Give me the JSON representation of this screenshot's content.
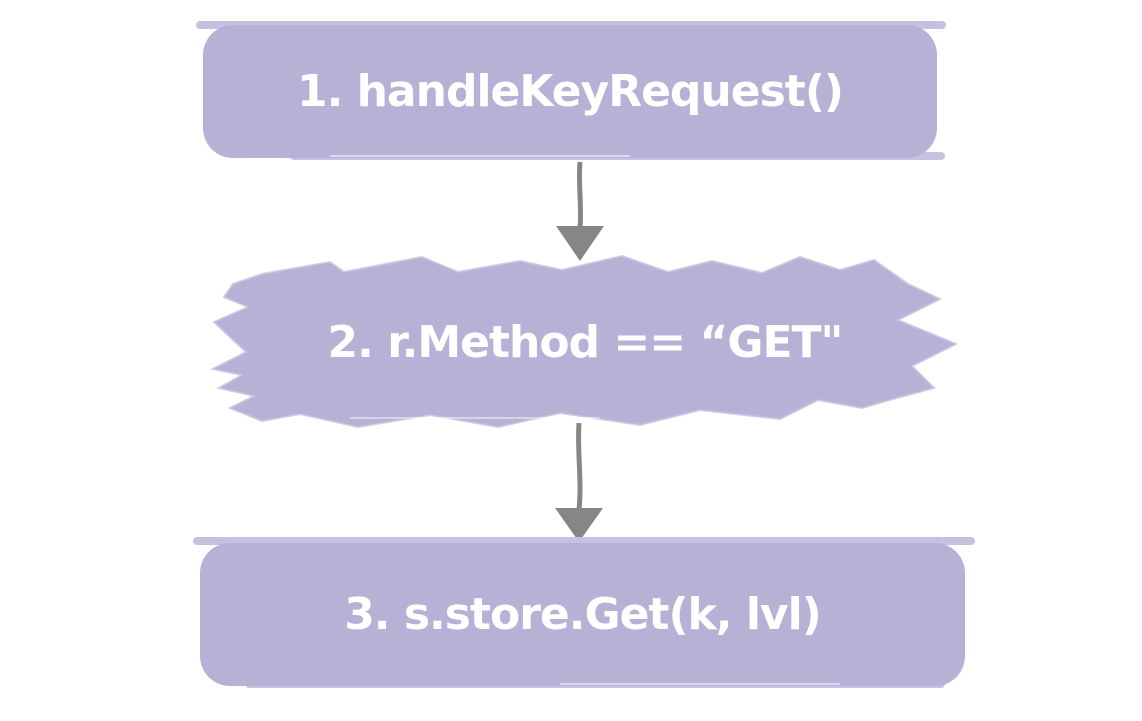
{
  "diagram": {
    "type": "flowchart",
    "background_color": "#ffffff",
    "node_fill_color": "#b9b0d6",
    "node_edge_tint_color": "#c8c0e0",
    "label_color": "#ffffff",
    "arrow_color": "#868686",
    "nodes": [
      {
        "id": "step-1",
        "shape": "rounded-rectangle",
        "label": "1. handleKeyRequest()"
      },
      {
        "id": "step-2",
        "shape": "torn-paper-banner",
        "label": "2. r.Method == “GET\""
      },
      {
        "id": "step-3",
        "shape": "rounded-rectangle",
        "label": "3. s.store.Get(k, lvl)"
      }
    ],
    "edges": [
      {
        "from": "step-1",
        "to": "step-2",
        "style": "arrow-down"
      },
      {
        "from": "step-2",
        "to": "step-3",
        "style": "arrow-down"
      }
    ]
  }
}
